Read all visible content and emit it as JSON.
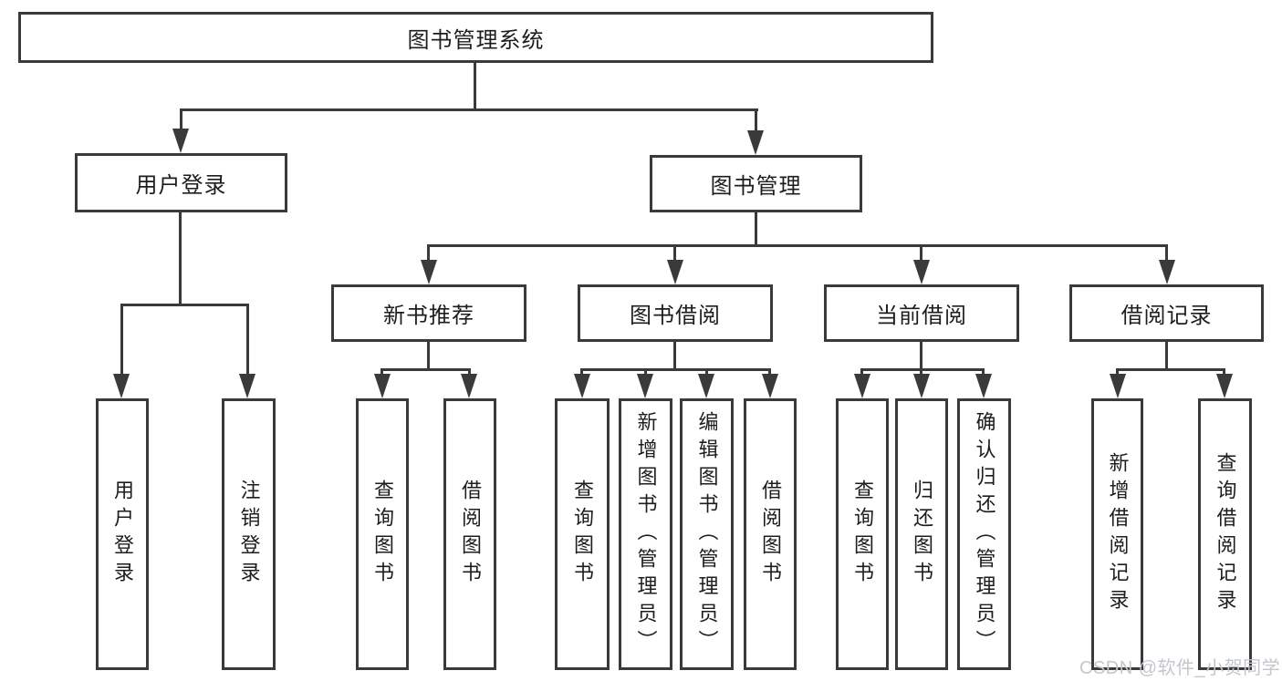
{
  "diagram_type": "hierarchy-tree",
  "tree": {
    "label": "图书管理系统",
    "children": [
      {
        "label": "用户登录",
        "children": [
          {
            "label": "用户登录"
          },
          {
            "label": "注销登录"
          }
        ]
      },
      {
        "label": "图书管理",
        "children": [
          {
            "label": "新书推荐",
            "children": [
              {
                "label": "查询图书"
              },
              {
                "label": "借阅图书"
              }
            ]
          },
          {
            "label": "图书借阅",
            "children": [
              {
                "label": "查询图书"
              },
              {
                "label": "新增图书（管理员）"
              },
              {
                "label": "编辑图书（管理员）"
              },
              {
                "label": "借阅图书"
              }
            ]
          },
          {
            "label": "当前借阅",
            "children": [
              {
                "label": "查询图书"
              },
              {
                "label": "归还图书"
              },
              {
                "label": "确认归还（管理员）"
              }
            ]
          },
          {
            "label": "借阅记录",
            "children": [
              {
                "label": "新增借阅记录"
              },
              {
                "label": "查询借阅记录"
              }
            ]
          }
        ]
      }
    ]
  },
  "watermark": {
    "text": "CSDN @软件_小贺同学"
  },
  "colors": {
    "line": "#3a3a3a",
    "box_border": "#3a3a3a",
    "text": "#1d1d1f",
    "background": "#ffffff",
    "watermark": "#c3c7cc"
  }
}
